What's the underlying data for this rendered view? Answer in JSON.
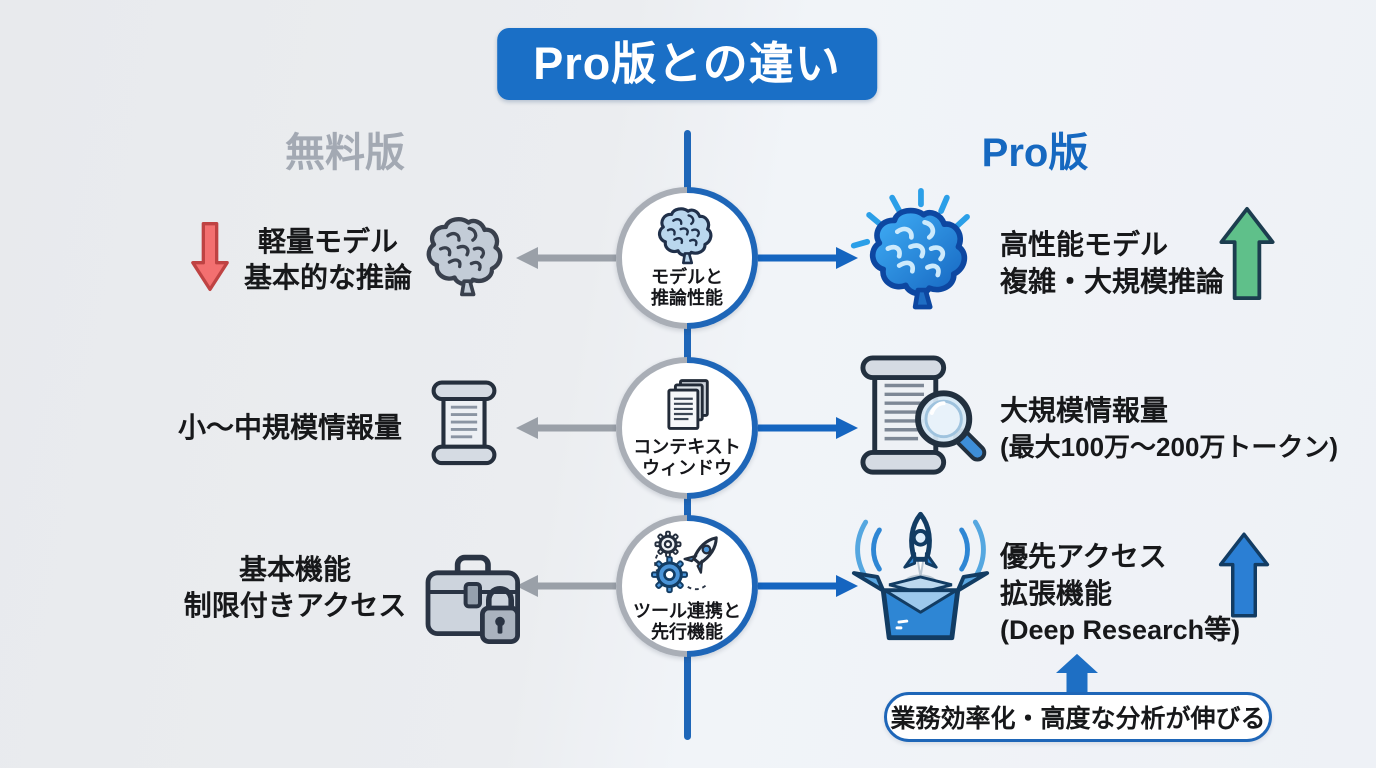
{
  "title": "Pro版との違い",
  "columns": {
    "free": "無料版",
    "pro": "Pro版"
  },
  "rows": [
    {
      "center": {
        "line1": "モデルと",
        "line2": "推論性能"
      },
      "free": {
        "line1": "軽量モデル",
        "line2": "基本的な推論"
      },
      "pro": {
        "line1": "高性能モデル",
        "line2": "複雑・大規模推論"
      }
    },
    {
      "center": {
        "line1": "コンテキスト",
        "line2": "ウィンドウ"
      },
      "free": {
        "line1": "小〜中規模情報量"
      },
      "pro": {
        "line1": "大規模情報量",
        "line2": "(最大100万〜200万トークン)"
      }
    },
    {
      "center": {
        "line1": "ツール連携と",
        "line2": "先行機能"
      },
      "free": {
        "line1": "基本機能",
        "line2": "制限付きアクセス"
      },
      "pro": {
        "line1": "優先アクセス",
        "line2": "拡張機能",
        "line3": "(Deep Research等)"
      }
    }
  ],
  "footer": {
    "note": "業務効率化・高度な分析が伸びる"
  },
  "colors": {
    "accent_blue": "#1a6fc6",
    "pro_text_blue": "#1668c0",
    "free_gray": "#a3a9b3",
    "connector_gray": "#9aa0a8",
    "connector_blue": "#1565c0",
    "up_green": "#5fc08a",
    "down_red": "#f26d6d"
  }
}
